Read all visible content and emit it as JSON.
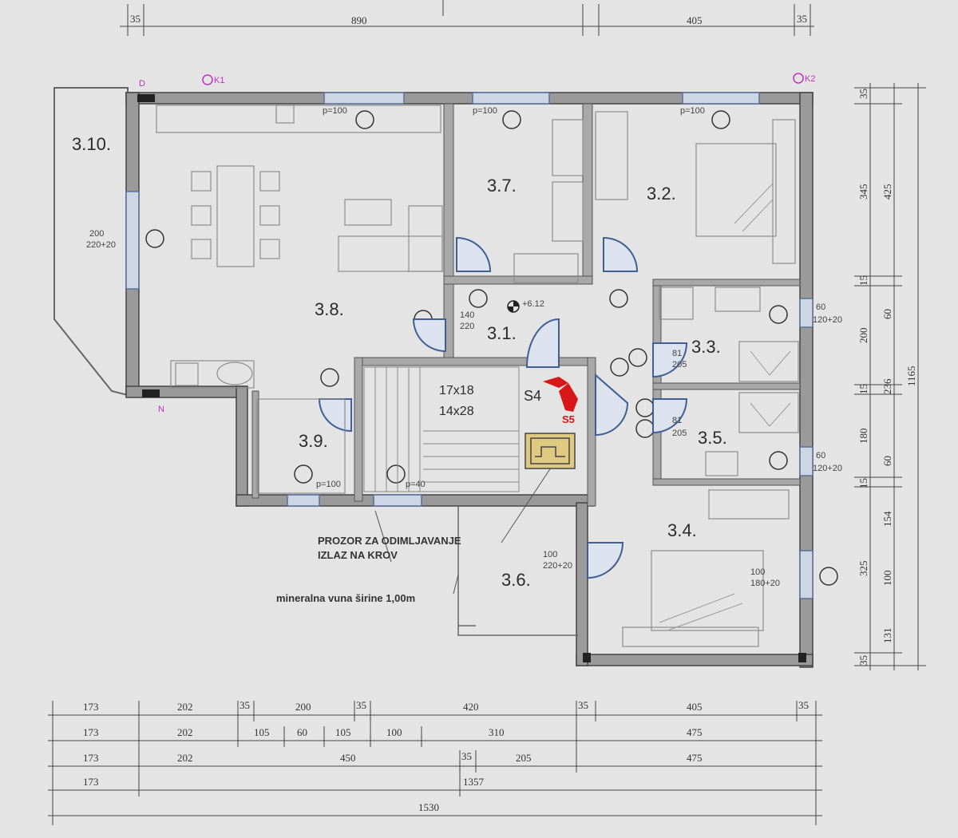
{
  "top_dims": [
    "35",
    "890",
    "405",
    "35"
  ],
  "rooms": {
    "r310": "3.10.",
    "r38": "3.8.",
    "r37": "3.7.",
    "r32": "3.2.",
    "r31": "3.1.",
    "r33": "3.3.",
    "r35": "3.5.",
    "r34": "3.4.",
    "r36": "3.6.",
    "r39": "3.9."
  },
  "markers": {
    "d": "D",
    "n": "N",
    "k1": "K1",
    "k2": "K2",
    "elev": "+6.12",
    "s4": "S4",
    "s5": "S5"
  },
  "stairs": {
    "line1": "17x18",
    "line2": "14x28"
  },
  "notes": {
    "smoke_window": "PROZOR ZA ODIMLJAVANJE",
    "roof_exit": "IZLAZ NA KROV",
    "wool": "mineralna vuna širine 1,00m"
  },
  "openings": {
    "p100a": "p=100",
    "p100b": "p=100",
    "p100c": "p=100",
    "p100d": "p=100",
    "p40": "p=40",
    "w200": "200",
    "w220": "220+20",
    "w140": "140",
    "w220b": "220",
    "w60a": "60",
    "w120a": "120+20",
    "w60b": "60",
    "w120b": "120+20",
    "w100": "100",
    "w220c": "220+20",
    "w100b": "100",
    "w180": "180+20",
    "d81a": "81",
    "d205a": "205",
    "d81b": "81",
    "d205b": "205"
  },
  "right_dims": {
    "col1": [
      "35",
      "345",
      "15",
      "200",
      "15",
      "180",
      "15",
      "325",
      "35"
    ],
    "col2": [
      "425",
      "60",
      "236",
      "60",
      "154",
      "100",
      "131"
    ],
    "total": "1165"
  },
  "bottom_rows": [
    [
      "173",
      "202",
      "35",
      "200",
      "35",
      "420",
      "35",
      "405",
      "35"
    ],
    [
      "173",
      "202",
      "105",
      "60",
      "105",
      "100",
      "310",
      "475"
    ],
    [
      "173",
      "202",
      "450",
      "35",
      "205",
      "475"
    ],
    [
      "173",
      "1357"
    ],
    [
      "1530"
    ]
  ]
}
